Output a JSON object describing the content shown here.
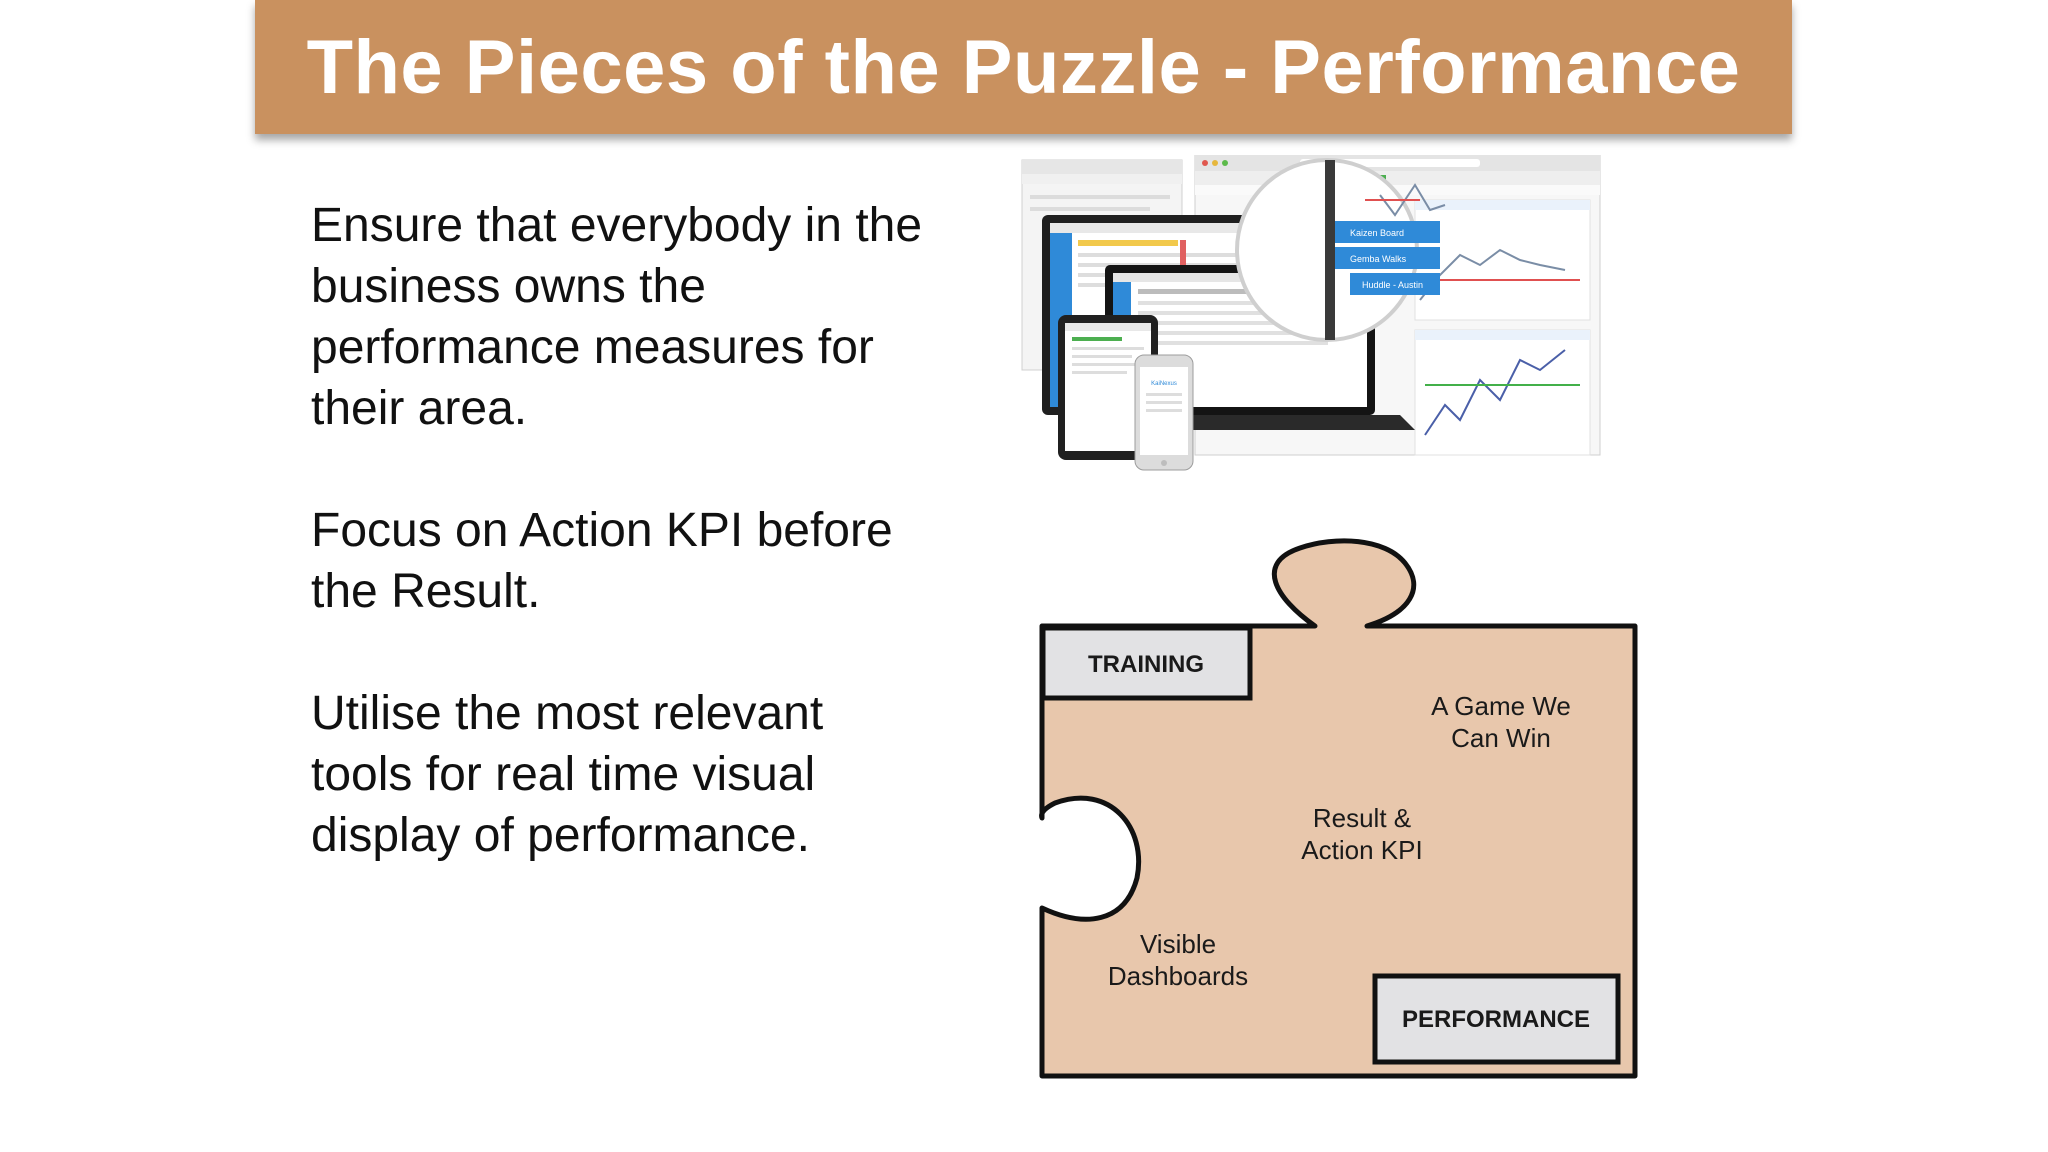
{
  "title": "The Pieces of the Puzzle - Performance",
  "paragraphs": [
    [
      "Ensure that everybody in the",
      "business owns the",
      "performance measures for",
      "their area."
    ],
    [
      "Focus on Action KPI before",
      "the Result."
    ],
    [
      "Utilise the most relevant",
      "tools for real time visual",
      "display of performance."
    ]
  ],
  "screenshot": {
    "menu_items": [
      "Kaizen Board",
      "Gemba Walks",
      "Huddle - Austin"
    ],
    "phone_brand": "KaiNexus"
  },
  "puzzle": {
    "corner_labels": {
      "top_left": "TRAINING",
      "bottom_right": "PERFORMANCE"
    },
    "inner_labels": {
      "game": [
        "A Game We",
        "Can Win"
      ],
      "kpi": [
        "Result &",
        "Action KPI"
      ],
      "dashboards": [
        "Visible",
        "Dashboards"
      ]
    }
  },
  "colors": {
    "title_bg": "#c9915f",
    "puzzle_fill": "#e8c7ac",
    "label_box": "#e2e2e4",
    "accent_blue": "#2f8ad8"
  }
}
